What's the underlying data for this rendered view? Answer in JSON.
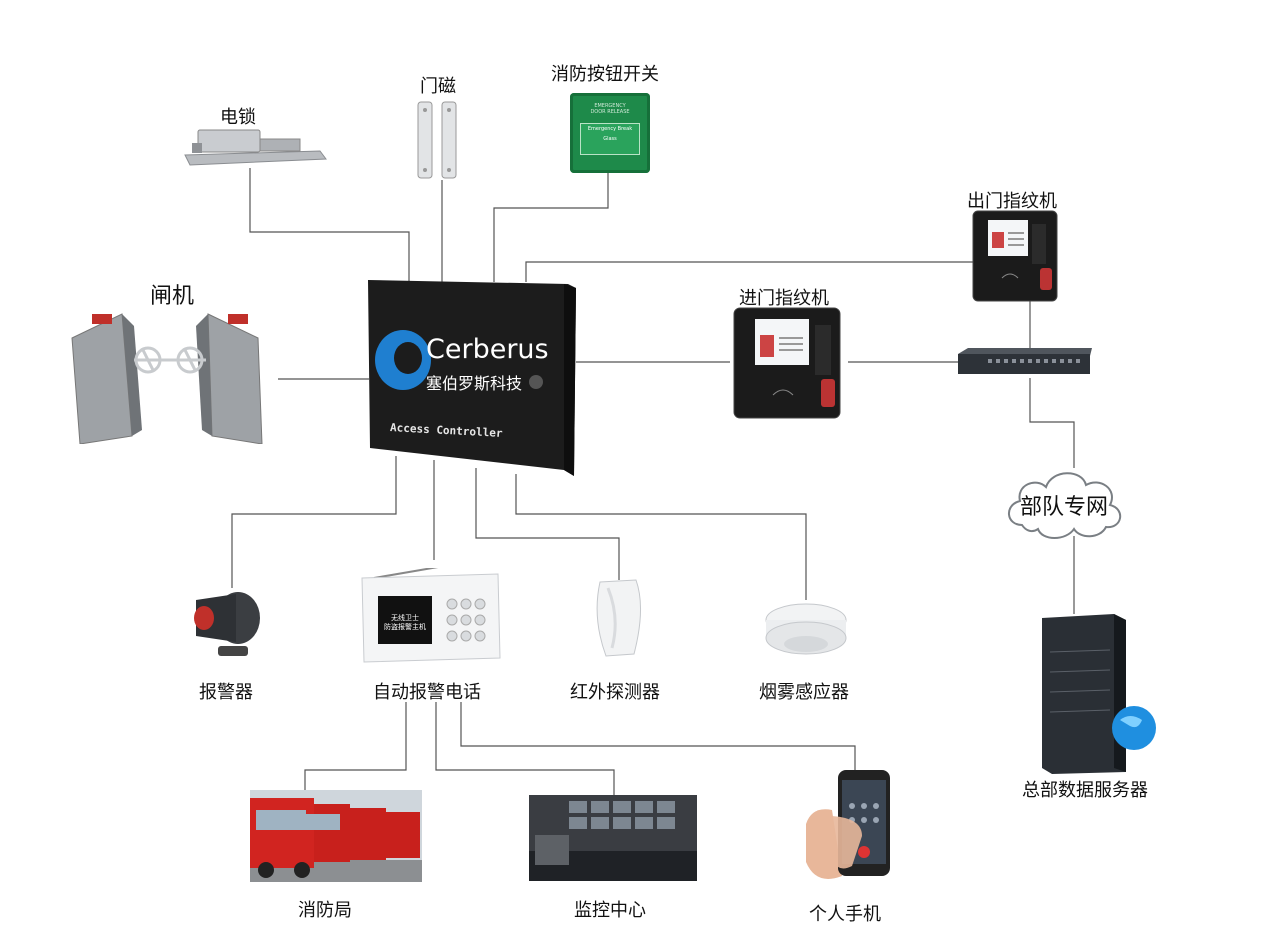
{
  "labels": {
    "electric_lock": "电锁",
    "door_magnet": "门磁",
    "fire_button": "消防按钮开关",
    "exit_fingerprint": "出门指纹机",
    "turnstile": "闸机",
    "entry_fingerprint": "进门指纹机",
    "army_network": "部队专网",
    "siren": "报警器",
    "auto_dialer": "自动报警电话",
    "infrared_detector": "红外探测器",
    "smoke_detector": "烟雾感应器",
    "hq_server": "总部数据服务器",
    "fire_station": "消防局",
    "monitoring_center": "监控中心",
    "mobile_phone": "个人手机"
  },
  "controller": {
    "brand": "Cerberus",
    "brand_cn": "塞伯罗斯科技",
    "caption": "Access Controller"
  },
  "fire_button_text": {
    "line1": "EMERGENCY",
    "line2": "DOOR RELEASE",
    "line3": "Emergency Break Glass"
  },
  "dialer_screen": {
    "line1": "无线卫士",
    "line2": "防盗报警主机"
  },
  "colors": {
    "wire": "#555555",
    "controller_body": "#1c1c1c",
    "logo_blue": "#1f7fd0",
    "fire_green": "#1e8a4a",
    "truck_red": "#c8201c"
  }
}
